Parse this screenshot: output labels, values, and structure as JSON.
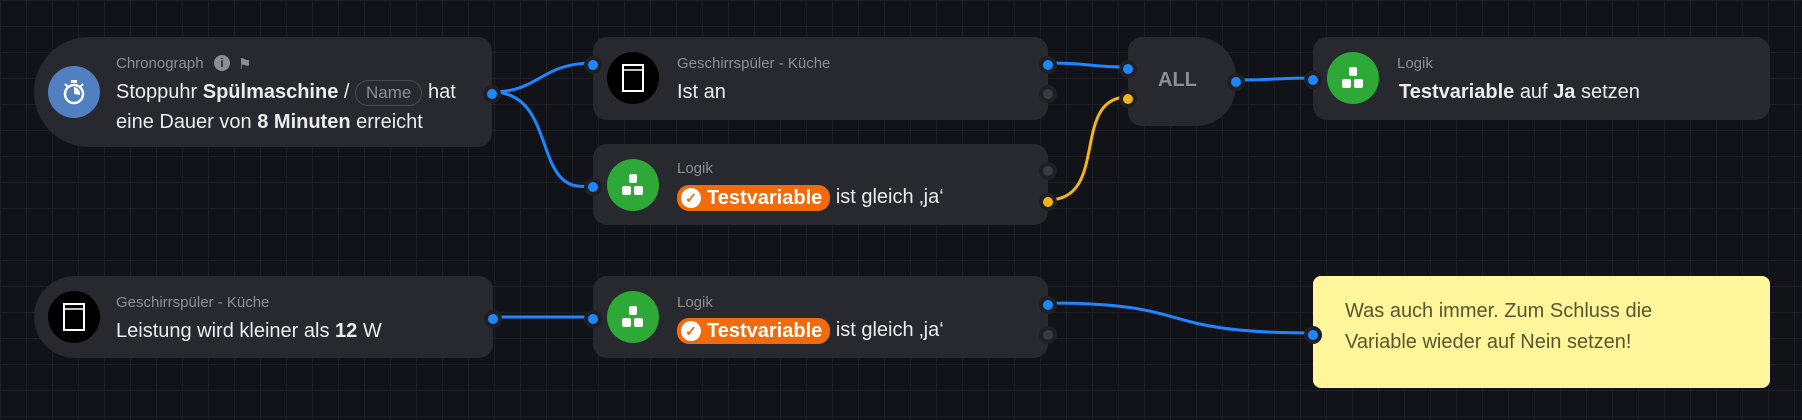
{
  "nodes": {
    "chronograph": {
      "category": "Chronograph",
      "t1": "Stoppuhr",
      "device": "Spülmaschine",
      "sep": "/",
      "name_placeholder": "Name",
      "t2": "hat",
      "t3": "eine Dauer von",
      "value": "8",
      "unit": "Minuten",
      "t4": "erreicht",
      "icon": "stopwatch-icon"
    },
    "dishwasher_on": {
      "category": "Geschirrspüler - Küche",
      "text": "Ist an",
      "icon": "dishwasher-icon"
    },
    "logic_check1": {
      "category": "Logik",
      "variable": "Testvariable",
      "text": "ist gleich ‚ja‘",
      "icon": "logic-icon"
    },
    "all": {
      "label": "ALL"
    },
    "set_var": {
      "category": "Logik",
      "variable": "Testvariable",
      "t1": "auf",
      "value": "Ja",
      "t2": "setzen",
      "icon": "logic-icon"
    },
    "dishwasher_power": {
      "category": "Geschirrspüler - Küche",
      "t1": "Leistung wird kleiner als",
      "value": "12",
      "unit": "W",
      "icon": "dishwasher-icon"
    },
    "logic_check2": {
      "category": "Logik",
      "variable": "Testvariable",
      "text": "ist gleich ‚ja‘",
      "icon": "logic-icon"
    }
  },
  "note": {
    "line1": "Was auch immer. Zum Schluss die",
    "line2": "Variable wieder auf Nein setzen!"
  },
  "colors": {
    "wire_true": "#1f86ff",
    "wire_false": "#f2b418",
    "logic": "#2ea836",
    "chrono": "#5080c0",
    "variable": "#f36a0a",
    "note": "#fff59a"
  }
}
